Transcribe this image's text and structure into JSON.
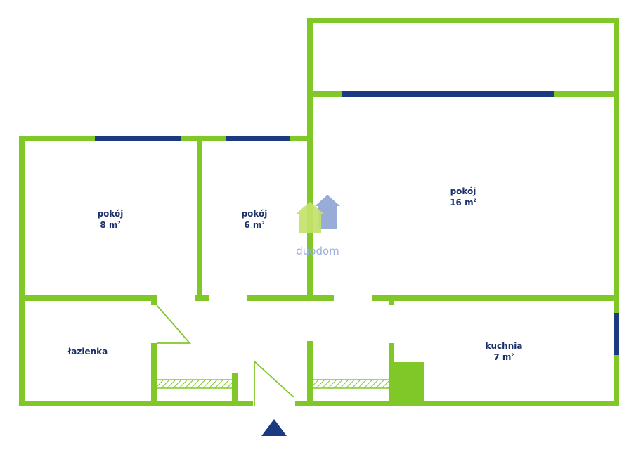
{
  "colors": {
    "wall": "#80c828",
    "window": "#1b3a82",
    "label": "#1b2f6b",
    "logo_green": "#c4e26a",
    "logo_blue": "#93a8d6",
    "entrance_arrow": "#1b3a82"
  },
  "rooms": [
    {
      "id": "room-8",
      "name": "pokój",
      "area": "8 m",
      "unit_sup": "2"
    },
    {
      "id": "room-6",
      "name": "pokój",
      "area": "6 m",
      "unit_sup": "2"
    },
    {
      "id": "room-16",
      "name": "pokój",
      "area": "16 m",
      "unit_sup": "2"
    },
    {
      "id": "bathroom",
      "name": "łazienka"
    },
    {
      "id": "kitchen",
      "name": "kuchnia",
      "area": "7 m",
      "unit_sup": "2"
    }
  ],
  "logo": {
    "text": "duodom"
  },
  "entrance": {
    "icon": "entrance-arrow-icon"
  }
}
